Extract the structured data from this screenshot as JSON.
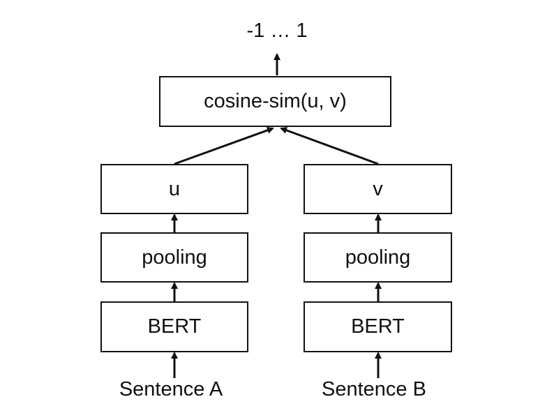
{
  "diagram": {
    "output_label": "-1 … 1",
    "cosine_box": "cosine-sim(u, v)",
    "left": {
      "embedding": "u",
      "pooling": "pooling",
      "encoder": "BERT",
      "input": "Sentence A"
    },
    "right": {
      "embedding": "v",
      "pooling": "pooling",
      "encoder": "BERT",
      "input": "Sentence B"
    }
  }
}
